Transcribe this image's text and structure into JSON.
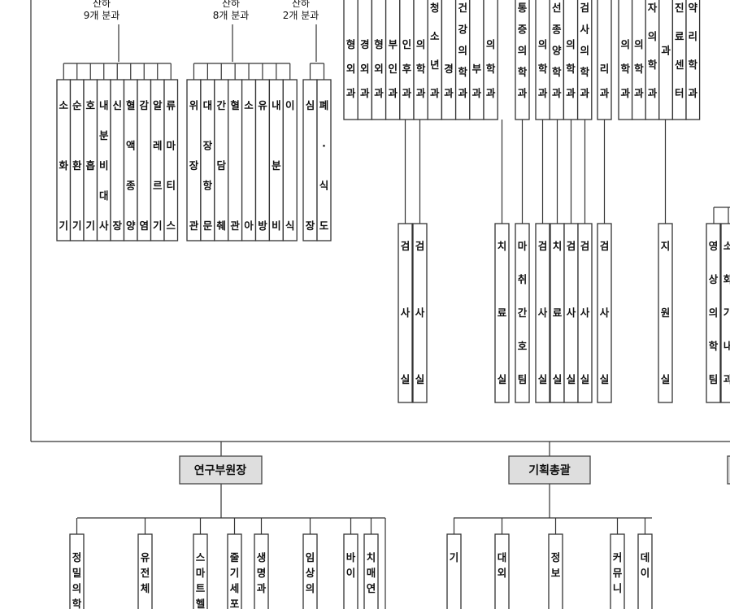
{
  "groups": [
    {
      "title": "산하",
      "subtitle": "9개 분과"
    },
    {
      "title": "산하",
      "subtitle": "8개 분과"
    },
    {
      "title": "산하",
      "subtitle": "2개 분과"
    }
  ],
  "division_rows": {
    "group1": [
      "소화기",
      "순환기",
      "호흡기",
      "내분비대사",
      "신장",
      "혈액종양",
      "감염",
      "알레르기",
      "류마티스"
    ],
    "group2": [
      "위장관",
      "대장항문",
      "간담췌",
      "혈관",
      "소아",
      "유방",
      "내분비",
      "이식"
    ],
    "group3": [
      "심장",
      "폐·식도"
    ]
  },
  "top_depts": {
    "a": [
      "형외과",
      "경외과",
      "형외과",
      "부인과",
      "인후과",
      "의학과",
      "청소년과",
      "경과",
      "건강의학과",
      "부과",
      "의학과"
    ],
    "b": [
      "통증의학과"
    ],
    "c": [
      "의학과",
      "선종양학과",
      "의학과",
      "검사의학과"
    ],
    "d": [
      "리과"
    ],
    "e": [
      "의학과",
      "의학과",
      "자의학과",
      "과",
      "진료센터",
      "약리학과"
    ]
  },
  "sub_units": [
    "검사실",
    "검사실",
    "치료실",
    "마취간호팀",
    "검사실",
    "치료실",
    "검사실",
    "검사실",
    "검사실",
    "지원실",
    "영상의학팀",
    "소화기내과"
  ],
  "heads": {
    "research": "연구부원장",
    "planning": "기획총괄"
  },
  "research_units": [
    "정밀의학",
    "유전체",
    "스마트헬",
    "줄기세포재",
    "생명과",
    "임상의",
    "바이",
    "치매연"
  ],
  "planning_units": [
    "기",
    "대외",
    "정보",
    "커뮤니",
    "데이"
  ]
}
